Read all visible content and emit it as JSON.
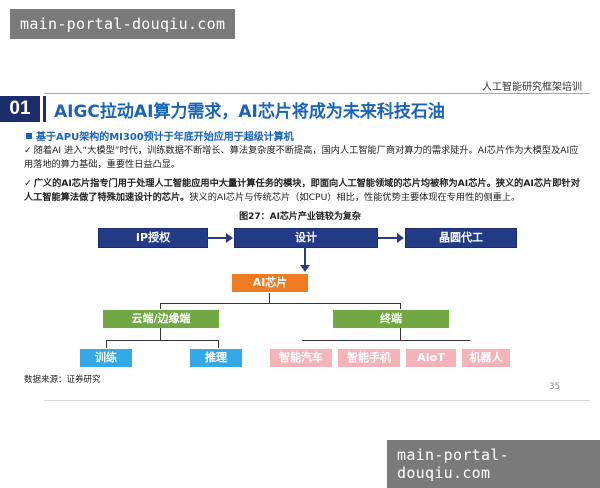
{
  "watermark": "main-portal-douqiu.com",
  "header": {
    "right_text": "人工智能研究框架培训"
  },
  "section": {
    "number": "01",
    "title": "AIGC拉动AI算力需求，AI芯片将成为未来科技石油"
  },
  "bullet_heading": "基于APU架构的MI300预计于年底开始应用于超级计算机",
  "paragraphs": {
    "p1": "随着AI 进入“大模型”时代，训练数据不断增长、算法复杂度不断提高，国内人工智能厂商对算力的需求陡升。AI芯片作为大模型及AI应用落地的算力基础，重要性日益凸显。",
    "p2_bold": "广义的AI芯片指专门用于处理人工智能应用中大量计算任务的模块，即面向人工智能领域的芯片均被称为AI芯片。狭义的AI芯片即针对人工智能算法做了特殊加速设计的芯片。",
    "p2_normal": "狭义的AI芯片与传统芯片（如CPU）相比，性能优势主要体现在专用性的侧重上。"
  },
  "check_mark": "✓",
  "figure": {
    "title": "图27：AI芯片产业链较为复杂",
    "nodes": {
      "ip": "IP授权",
      "design": "设计",
      "foundry": "晶圆代工",
      "ai_chip": "AI芯片",
      "cloud_edge": "云端/边缘端",
      "terminal": "终端",
      "training": "训练",
      "inference": "推理",
      "car": "智能汽车",
      "phone": "智能手机",
      "aiot": "AIoT",
      "robot": "机器人"
    }
  },
  "source": "数据来源：证券研究",
  "page_number": "35",
  "colors": {
    "navy": "#233a85",
    "orange": "#ef7b22",
    "green": "#71a843",
    "light_blue": "#34a9e6",
    "pink": "#f4b4ba",
    "title_blue": "#1a64b8"
  }
}
